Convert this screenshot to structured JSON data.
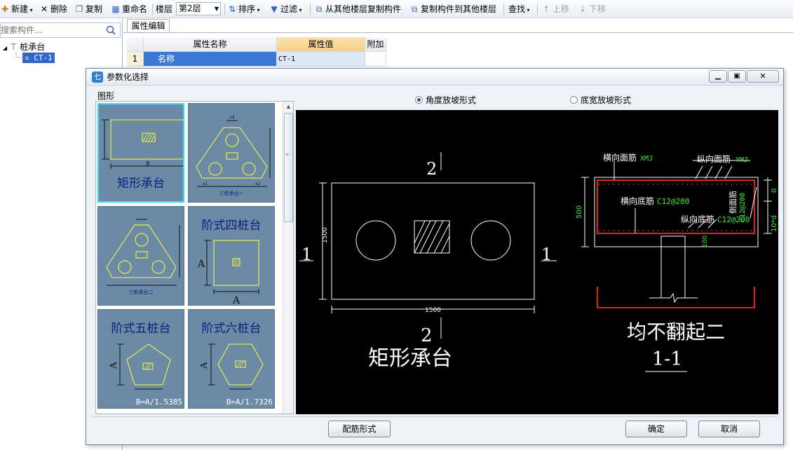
{
  "toolbar": {
    "new": "新建",
    "delete": "删除",
    "copy": "复制",
    "rename": "重命名",
    "floor_label": "楼层",
    "floor_value": "第2层",
    "sort": "排序",
    "filter": "过滤",
    "copy_from_other": "从其他楼层复制构件",
    "copy_to_other": "复制构件到其他楼层",
    "find": "查找",
    "move_up": "上移",
    "move_down": "下移"
  },
  "left_panel": {
    "search_placeholder": "搜索构件...",
    "tree_root": "桩承台",
    "tree_child": "CT-1"
  },
  "property_editor": {
    "tab": "属性编辑",
    "headers": [
      "属性名称",
      "属性值",
      "附加"
    ],
    "rows": [
      {
        "num": "1",
        "name": "名称",
        "value": "CT-1",
        "extra": ""
      }
    ]
  },
  "dialog": {
    "title": "参数化选择",
    "shape_label": "图形",
    "mode_options": [
      "角度放坡形式",
      "底宽放坡形式"
    ],
    "mode_selected": "角度放坡形式",
    "thumbs": [
      {
        "title": "矩形承台",
        "sublabel": "",
        "formula": ""
      },
      {
        "title": "",
        "sublabel": "三桩承台一",
        "formula": ""
      },
      {
        "title": "",
        "sublabel": "三桩承台二",
        "formula": ""
      },
      {
        "title": "阶式四桩台",
        "sublabel": "",
        "formula": ""
      },
      {
        "title": "阶式五桩台",
        "sublabel": "",
        "formula": "B=A/1.5385"
      },
      {
        "title": "阶式六桩台",
        "sublabel": "",
        "formula": "B=A/1.7326"
      }
    ],
    "drawing": {
      "plan": {
        "section_marks": [
          "2",
          "2",
          "1",
          "1"
        ],
        "dim_height": "1500",
        "dim_width": "1500",
        "caption": "矩形承台"
      },
      "section": {
        "top_cross_label": "横向面筋",
        "top_cross_code": "XMJ",
        "top_long_label": "纵向面筋",
        "top_long_code": "YMJ",
        "bottom_cross_label": "横向底筋",
        "bottom_cross_value": "C12@200",
        "bottom_long_label": "纵向底筋",
        "bottom_long_value": "C12@200",
        "side_label": "侧面筋",
        "side_value": "C12@200",
        "dim_height": "500",
        "dim_right_0": "0",
        "dim_right_10d": "10*d",
        "dim_bottom": "100",
        "caption": "均不翻起二",
        "section_name": "1-1"
      }
    },
    "buttons": {
      "rebar": "配筋形式",
      "ok": "确定",
      "cancel": "取消"
    }
  },
  "colors": {
    "thumb_bg": "#6b8aa5",
    "thumb_selected_border": "#33e0f5",
    "canvas_bg": "#000000",
    "rebar_red": "#e02020",
    "code_green": "#33ee33"
  }
}
